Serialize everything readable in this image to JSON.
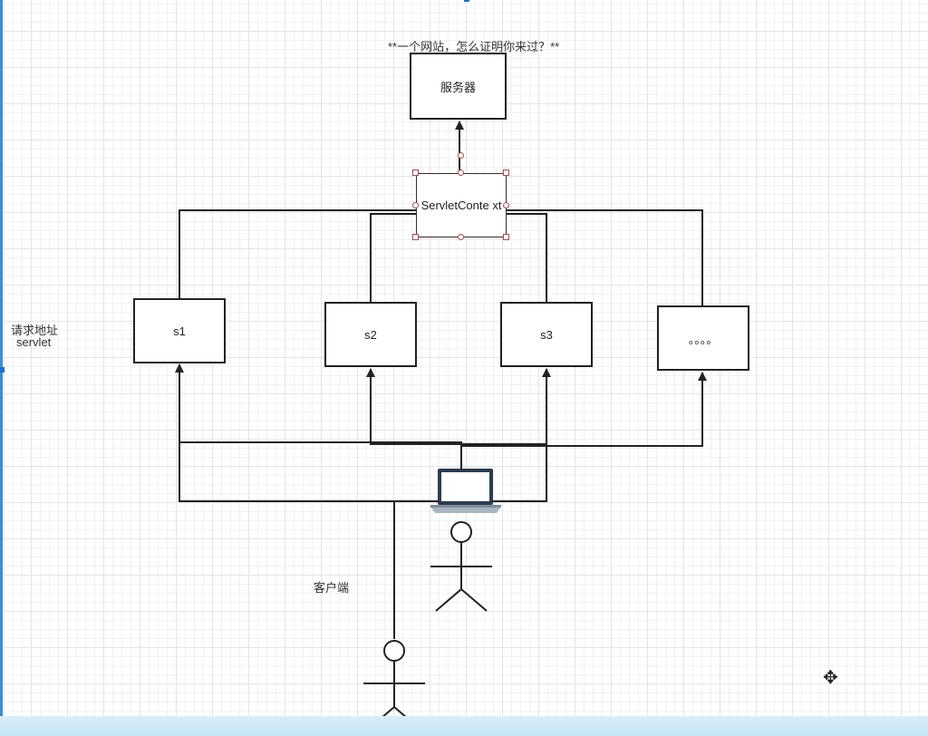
{
  "diagram": {
    "title": "**一个网站，怎么证明你来过？**",
    "server_label": "服务器",
    "context_label": "ServletConte xt",
    "servlets": [
      "s1",
      "s2",
      "s3",
      "。。。。"
    ],
    "side_label_line1": "请求地址",
    "side_label_line2": "servlet",
    "client_label": "客户端"
  },
  "icons": {
    "laptop": "laptop-icon",
    "person": "stick-figure-icon",
    "move": "move-cursor-icon"
  },
  "colors": {
    "stroke": "#222222",
    "selection_handle": "#a05050",
    "grid": "#e4e4e4",
    "bottom_band": "#c4e5f4"
  }
}
